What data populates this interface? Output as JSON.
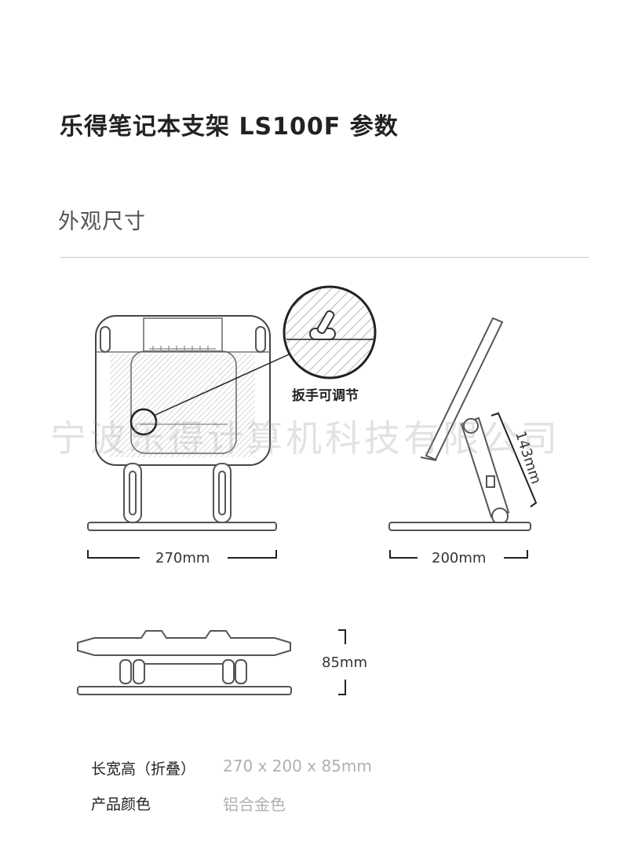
{
  "header": {
    "title": "乐得笔记本支架 LS100F  参数",
    "section": "外观尺寸"
  },
  "callout": {
    "label": "扳手可调节"
  },
  "dimensions": {
    "front_width": "270mm",
    "side_depth": "200mm",
    "arm_length": "143mm",
    "folded_height": "85mm"
  },
  "watermark": {
    "text": "宁波乐得计算机科技有限公司"
  },
  "specs": [
    {
      "label": "长宽高（折叠）",
      "value": "270 x 200 x 85mm"
    },
    {
      "label": "产品颜色",
      "value": "铝合金色"
    }
  ]
}
